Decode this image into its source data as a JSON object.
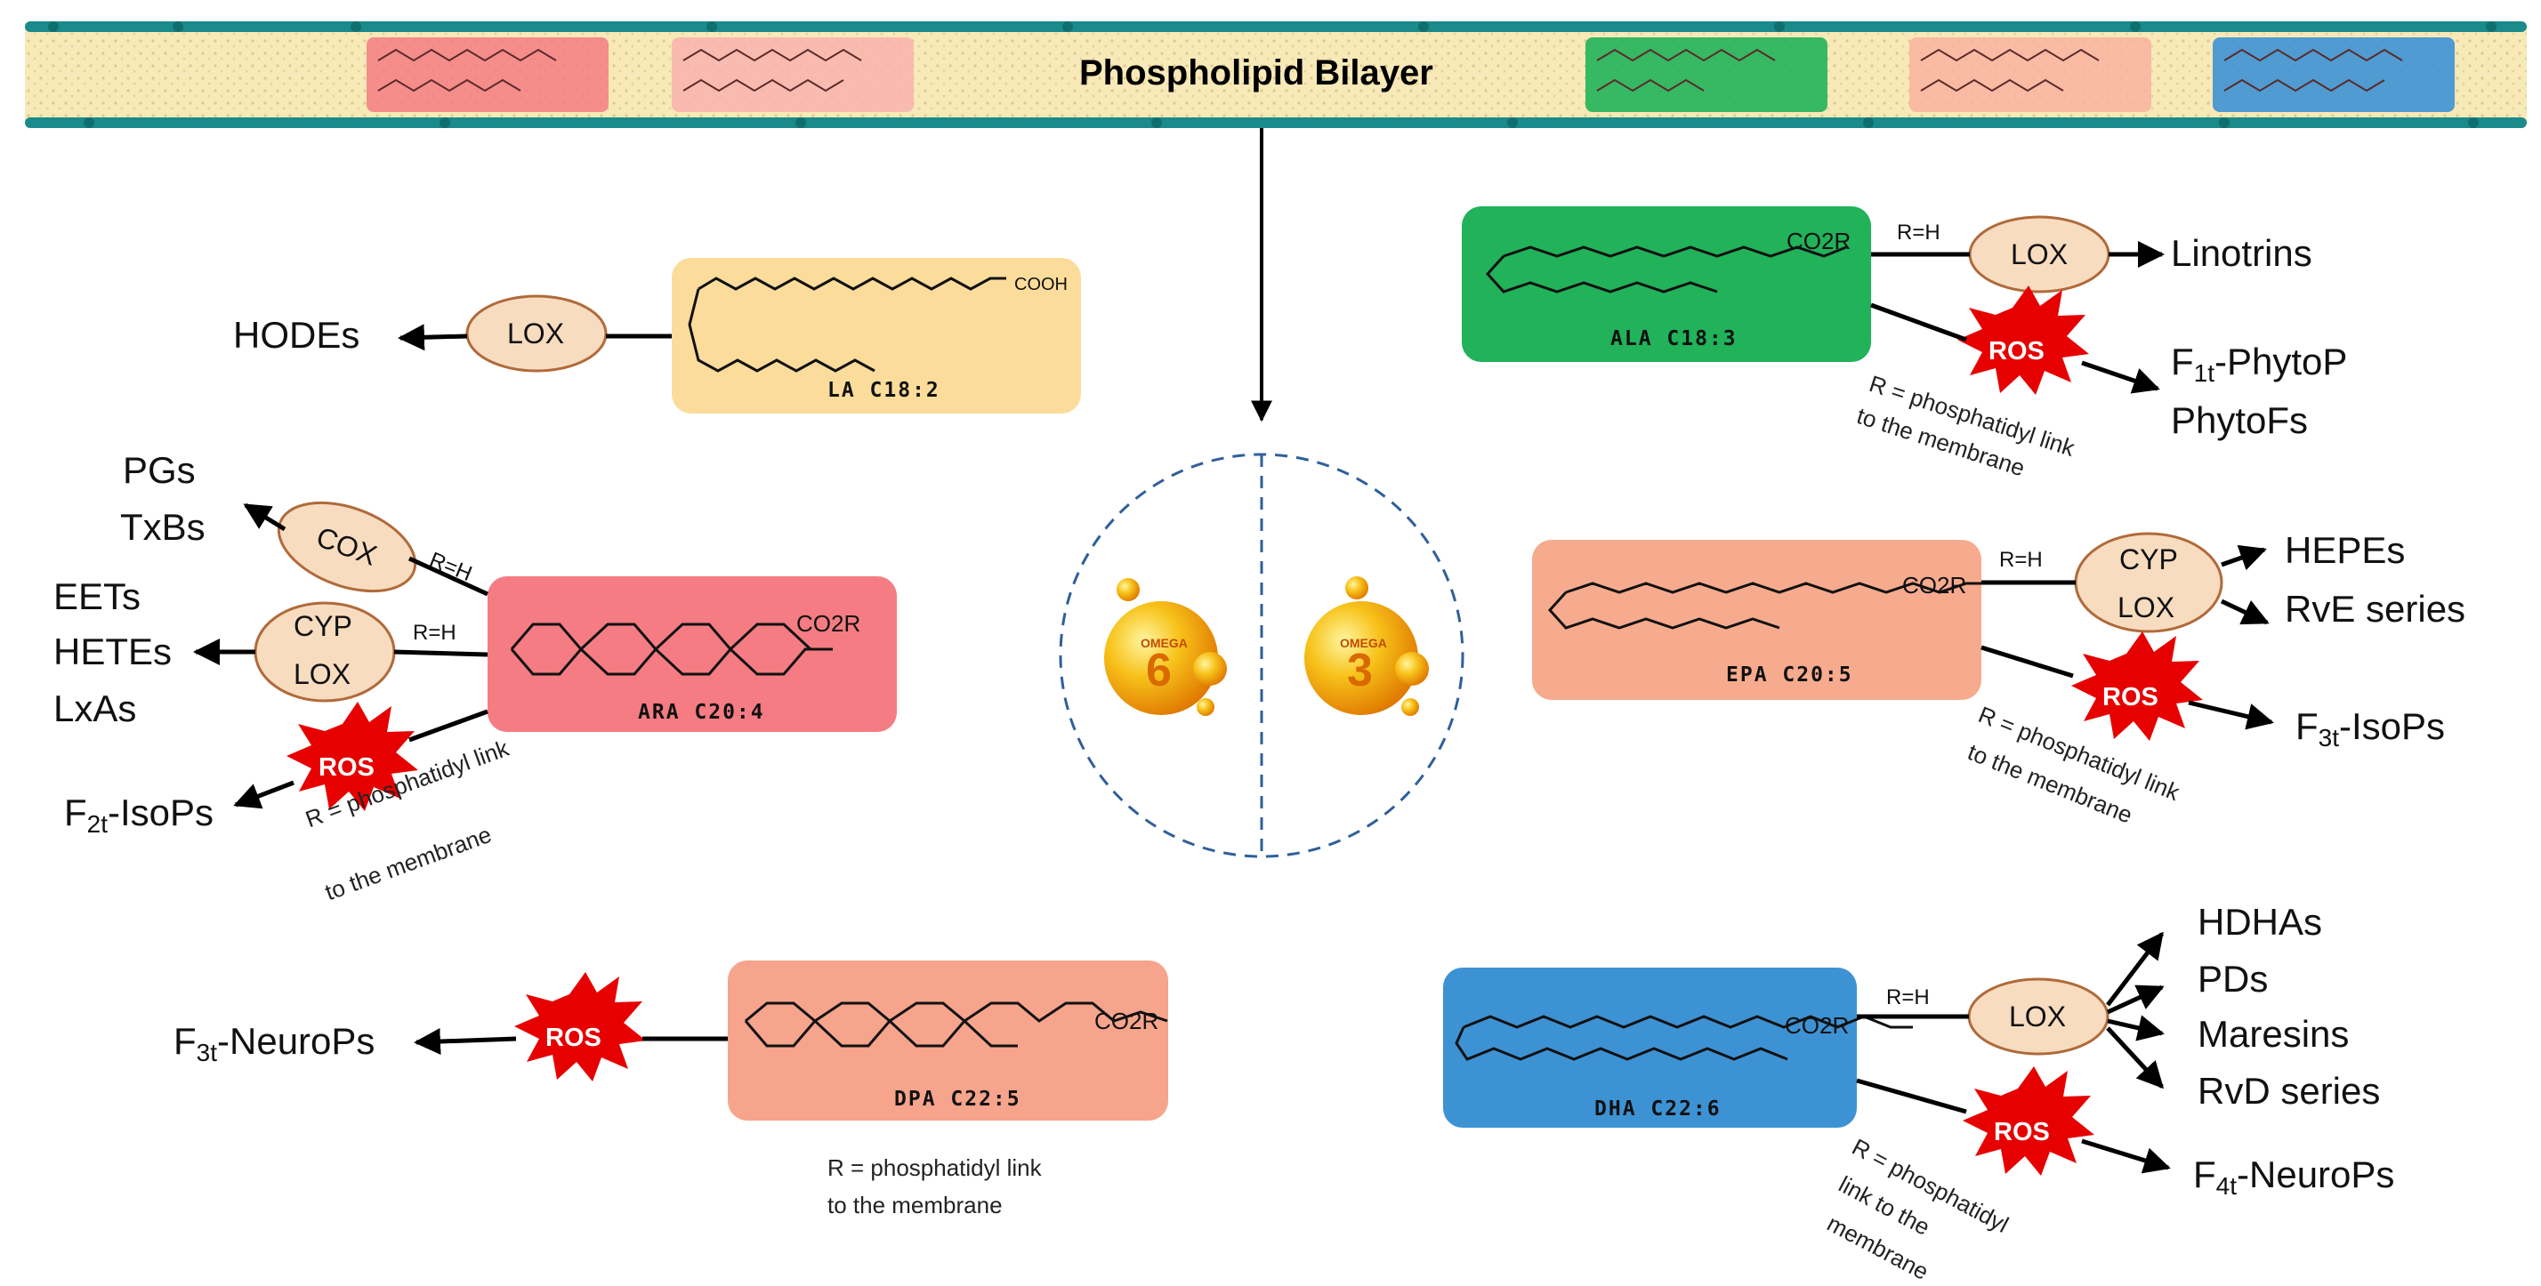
{
  "bilayer": {
    "title": "Phospholipid Bilayer"
  },
  "omega": {
    "left": {
      "word": "OMEGA",
      "number": "6"
    },
    "right": {
      "word": "OMEGA",
      "number": "3"
    }
  },
  "acids": {
    "la": {
      "label": "LA C18:2",
      "cooh": "COOH",
      "color": "#fbdc9b"
    },
    "ara": {
      "label": "ARA C20:4",
      "cooh": "CO2R",
      "color": "#f47c82"
    },
    "dpa": {
      "label": "DPA C22:5",
      "cooh": "CO2R",
      "color": "#f6a48c"
    },
    "ala": {
      "label": "ALA C18:3",
      "cooh": "CO2R",
      "color": "#21b25a"
    },
    "epa": {
      "label": "EPA C20:5",
      "cooh": "CO2R",
      "color": "#f7ab8e"
    },
    "dha": {
      "label": "DHA C22:6",
      "cooh": "CO2R",
      "color": "#3d92d4"
    }
  },
  "enzymes": {
    "lox": "LOX",
    "cox": "COX",
    "cyp": "CYP",
    "ros": "ROS",
    "r_h": "R=H"
  },
  "products": {
    "hodes": "HODEs",
    "pgs": "PGs",
    "txbs": "TxBs",
    "eets": "EETs",
    "hetes": "HETEs",
    "lxas": "LxAs",
    "f2t_pre": "F",
    "f2t_sub": "2t",
    "f2t_post": "-IsoPs",
    "f3t_neuro_pre": "F",
    "f3t_neuro_sub": "3t",
    "f3t_neuro_post": "-NeuroPs",
    "linotrins": "Linotrins",
    "f1t_pre": "F",
    "f1t_sub": "1t",
    "f1t_post": "-PhytoP",
    "phytofs": "PhytoFs",
    "hepes": "HEPEs",
    "rve": "RvE series",
    "f3t_iso_pre": "F",
    "f3t_iso_sub": "3t",
    "f3t_iso_post": "-IsoPs",
    "hdhas": "HDHAs",
    "pds": "PDs",
    "maresins": "Maresins",
    "rvd": "RvD series",
    "f4t_pre": "F",
    "f4t_sub": "4t",
    "f4t_post": "-NeuroPs"
  },
  "notes": {
    "ara_l1": "R = phosphatidyl link",
    "ara_l2": "to the membrane",
    "ala_l1": "R = phosphatidyl link",
    "ala_l2": "to the membrane",
    "epa_l1": "R = phosphatidyl link",
    "epa_l2": "to the membrane",
    "dpa_l1": "R = phosphatidyl link",
    "dpa_l2": "to the membrane",
    "dha_l1": "R = phosphatidyl",
    "dha_l2": "link to the",
    "dha_l3": "membrane"
  },
  "colors": {
    "bilayer_head": "#1a8a8a",
    "bilayer_body": "#f7e9b8",
    "enzyme_fill": "#f7dcc0",
    "enzyme_stroke": "#b06a3a",
    "ros_fill": "#e60000",
    "dashed": "#2f5f9a"
  }
}
